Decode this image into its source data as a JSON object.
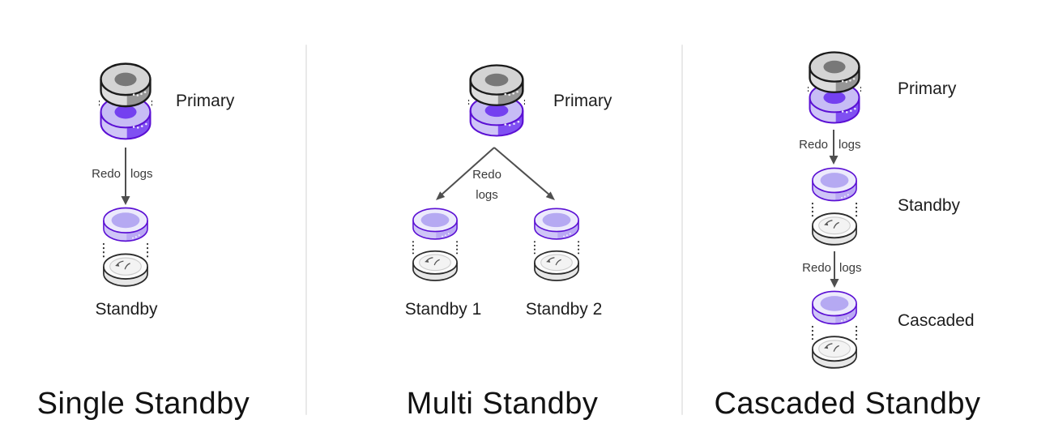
{
  "colors": {
    "background": "#ffffff",
    "purple_outline": "#5b10d4",
    "lavender_fill": "#cfc5f7",
    "vivid_purple": "#7440f0",
    "gray_disk": "#d4d4d4",
    "dark_gray_hole": "#787878",
    "arrow": "#4f4f4f",
    "divider": "#e9e9e9",
    "text": "#1e1e1e"
  },
  "icons": {
    "primary_database_icon": "stacked isometric disks, gray over purple",
    "standby_database_icon": "purple disk above gray disk with restore glyph",
    "arrow_icon": "gray connector arrow"
  },
  "panels": {
    "single": {
      "title": "Single Standby",
      "primary_label": "Primary",
      "redo_word1": "Redo",
      "redo_word2": "logs",
      "standby_label": "Standby"
    },
    "multi": {
      "title": "Multi Standby",
      "primary_label": "Primary",
      "redo_word1": "Redo",
      "redo_word2": "logs",
      "standby1_label": "Standby 1",
      "standby2_label": "Standby 2"
    },
    "cascaded": {
      "title": "Cascaded Standby",
      "primary_label": "Primary",
      "redo1_word1": "Redo",
      "redo1_word2": "logs",
      "standby_label": "Standby",
      "redo2_word1": "Redo",
      "redo2_word2": "logs",
      "cascaded_label": "Cascaded"
    }
  }
}
